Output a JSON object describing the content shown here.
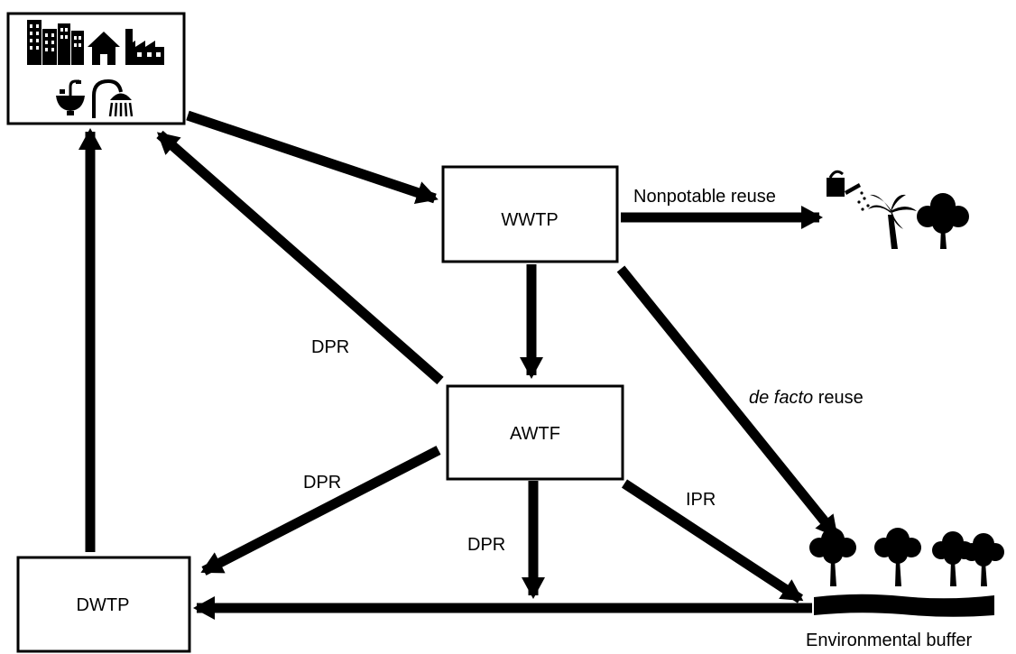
{
  "nodes": {
    "wwtp": "WWTP",
    "awtf": "AWTF",
    "dwtp": "DWTP"
  },
  "edges": {
    "nonpotable": "Nonpotable reuse",
    "defacto_italic": "de facto",
    "defacto_rest": " reuse",
    "dpr_1": "DPR",
    "dpr_2": "DPR",
    "dpr_3": "DPR",
    "ipr": "IPR"
  },
  "buffer_label": "Environmental buffer",
  "icons": {
    "community": [
      "buildings-icon",
      "house-icon",
      "factory-icon",
      "sink-icon",
      "shower-icon"
    ],
    "nonpotable_targets": [
      "watering-can-icon",
      "palm-tree-icon",
      "tree-icon"
    ],
    "buffer": [
      "tree-icon",
      "tree-icon",
      "tree-icon",
      "tree-icon",
      "ground-strip"
    ]
  }
}
